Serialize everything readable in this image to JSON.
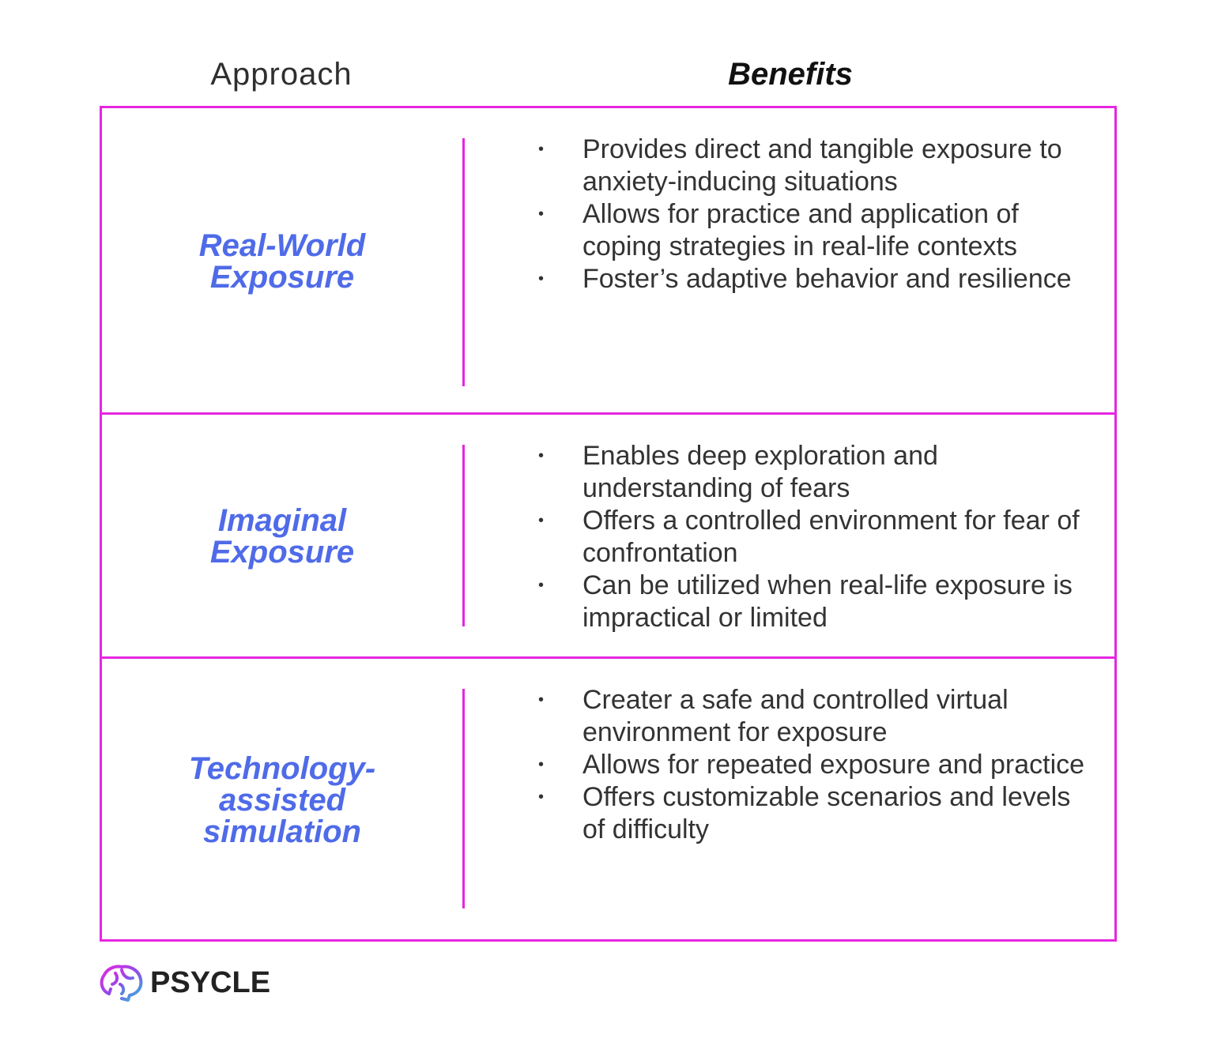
{
  "headers": {
    "approach": "Approach",
    "benefits": "Benefits"
  },
  "rows": [
    {
      "approach": "Real-World\nExposure",
      "benefits": [
        "Provides direct and tangible exposure to anxiety-inducing situations",
        "Allows for practice and application of coping strategies in real-life contexts",
        "Foster’s adaptive behavior and resilience"
      ]
    },
    {
      "approach": "Imaginal\nExposure",
      "benefits": [
        "Enables deep exploration and understanding of fears",
        "Offers a controlled environment for fear of confrontation",
        "Can be utilized when real-life exposure is impractical or limited"
      ]
    },
    {
      "approach": "Technology-\nassisted\nsimulation",
      "benefits": [
        "Creater a safe and controlled virtual environment for exposure",
        "Allows for repeated exposure and practice",
        "Offers customizable scenarios and levels of difficulty"
      ]
    }
  ],
  "logo": {
    "text": "PSYCLE",
    "icon": "brain-icon"
  },
  "colors": {
    "border": "#e626e0",
    "approach_text": "#4f6be8",
    "body_text": "#333333"
  }
}
